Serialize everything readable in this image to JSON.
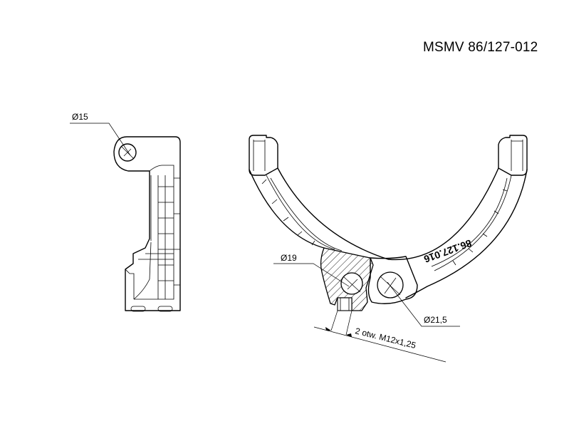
{
  "drawing": {
    "title": "MSMV 86/127-012",
    "dim_hole_side": "Ø15",
    "dim_hole_left": "Ø19",
    "dim_hole_right": "Ø21,5",
    "dim_thread": "2 otw. M12x1,25",
    "part_marking": "86.127.016"
  }
}
